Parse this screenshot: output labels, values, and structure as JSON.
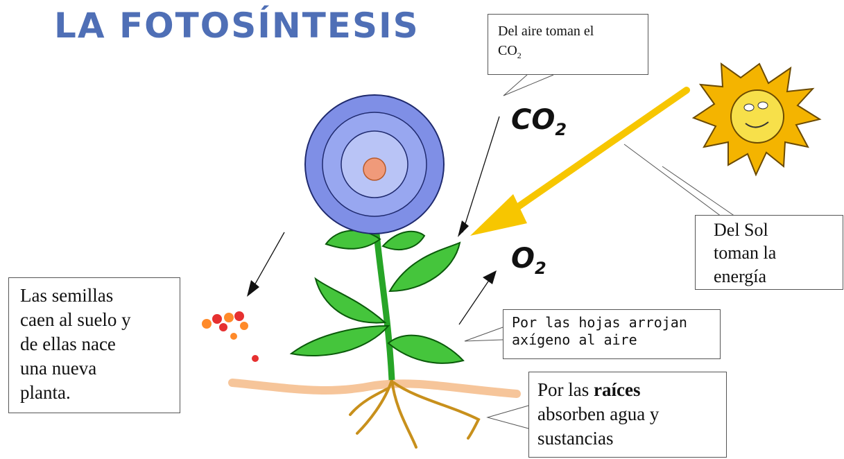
{
  "title": "LA FOTOSÍNTESIS",
  "labels": {
    "co2_main": "CO",
    "co2_sub": "2",
    "o2_main": "O",
    "o2_sub": "2"
  },
  "callouts": {
    "air": {
      "line1": "Del aire toman el",
      "chem": "CO",
      "chem_sub": "2"
    },
    "sun": {
      "line1": "Del Sol",
      "line2": "toman la",
      "line3": "energía"
    },
    "seeds": {
      "line1": "Las semillas",
      "line2": "caen al suelo y",
      "line3": "de ellas nace",
      "line4": "una nueva",
      "line5": "planta."
    },
    "leaves": {
      "line1": "Por las hojas arrojan",
      "line2": "axígeno al aire"
    },
    "roots": {
      "prefix": "Por las ",
      "bold": "raíces",
      "line2": "absorben agua y",
      "line3": "sustancias"
    }
  },
  "colors": {
    "title": "#4f6fb6",
    "petal": "#7f8fe6",
    "sun": "#f4b400",
    "sun_ray": "#f7c600",
    "leaf": "#2db52d",
    "ground": "#f6c59a",
    "root": "#c8901c"
  }
}
